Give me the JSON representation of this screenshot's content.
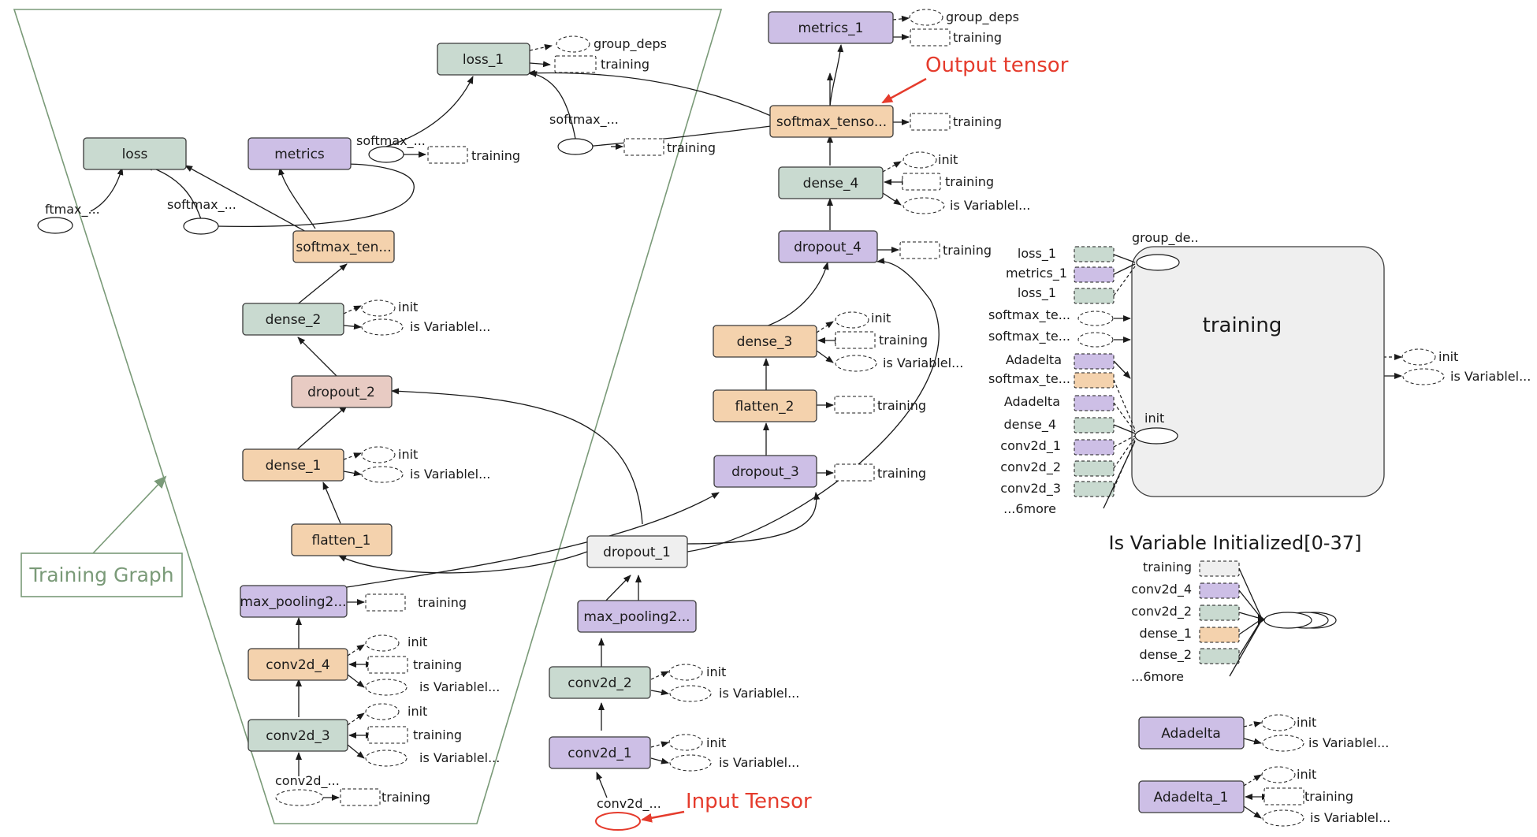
{
  "colors": {
    "green": "#c9dad0",
    "purple": "#cdbfe6",
    "orange": "#f4d2ad",
    "pink": "#e8cbc3",
    "gray": "#efefef",
    "outline_green": "#7a9a78",
    "annotation_red": "#e53b2c"
  },
  "nodes": {
    "loss_1": "loss_1",
    "loss": "loss",
    "metrics": "metrics",
    "softmax_ten_left": "softmax_ten...",
    "dense_2": "dense_2",
    "dropout_2": "dropout_2",
    "dense_1": "dense_1",
    "flatten_1": "flatten_1",
    "max_pooling_left": "max_pooling2...",
    "conv2d_4": "conv2d_4",
    "conv2d_3": "conv2d_3",
    "metrics_1": "metrics_1",
    "softmax_tenso": "softmax_tenso...",
    "dense_4": "dense_4",
    "dropout_4": "dropout_4",
    "dense_3": "dense_3",
    "flatten_2": "flatten_2",
    "dropout_3": "dropout_3",
    "dropout_1": "dropout_1",
    "max_pooling_mid": "max_pooling2...",
    "conv2d_2": "conv2d_2",
    "conv2d_1": "conv2d_1",
    "training_block": "training",
    "adadelta": "Adadelta",
    "adadelta_1": "Adadelta_1"
  },
  "labels": {
    "group_deps": "group_deps",
    "training": "training",
    "init": "init",
    "is_variable": "is Variablel...",
    "softmax_dots": "softmax_...",
    "ftmax_dots": "ftmax_...",
    "conv2d_dots": "conv2d_...",
    "group_de": "group_de..",
    "six_more": "...6more"
  },
  "annotations": {
    "training_graph": "Training Graph",
    "output_tensor": "Output tensor",
    "input_tensor": "Input Tensor"
  },
  "training_inputs": [
    "loss_1",
    "metrics_1",
    "loss_1",
    "softmax_te...",
    "softmax_te...",
    "Adadelta",
    "softmax_te...",
    "Adadelta",
    "dense_4",
    "conv2d_1",
    "conv2d_2",
    "conv2d_3",
    "...6more"
  ],
  "is_var_title": "Is Variable Initialized[0-37]",
  "is_var_inputs": [
    "training",
    "conv2d_4",
    "conv2d_2",
    "dense_1",
    "dense_2",
    "...6more"
  ]
}
